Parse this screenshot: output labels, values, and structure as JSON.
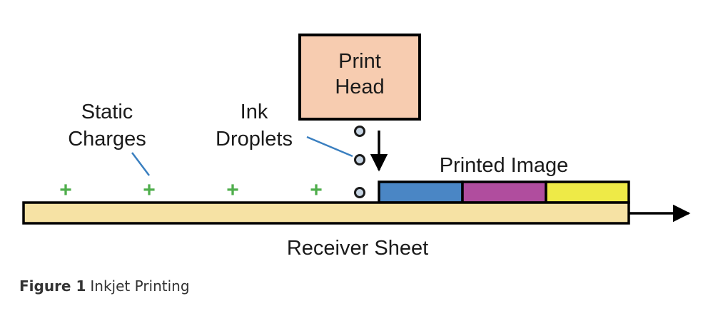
{
  "diagram": {
    "print_head": {
      "line1": "Print",
      "line2": "Head"
    },
    "ink_droplets": {
      "line1": "Ink",
      "line2": "Droplets",
      "count": 3
    },
    "static_charges": {
      "line1": "Static",
      "line2": "Charges",
      "symbol": "+",
      "count": 4
    },
    "printed_image": {
      "label": "Printed Image",
      "segments": [
        {
          "name": "blue",
          "color": "#4a86c5"
        },
        {
          "name": "magenta",
          "color": "#b04d9e"
        },
        {
          "name": "yellow",
          "color": "#eeea47"
        }
      ]
    },
    "receiver_sheet": {
      "label": "Receiver Sheet"
    }
  },
  "caption": {
    "figure_number": "Figure 1",
    "title": "Inkjet Printing"
  },
  "colors": {
    "print_head_fill": "#f7ccb0",
    "sheet_fill": "#f6e2a4",
    "plus_green": "#4fae4c",
    "droplet_fill": "#c6d4e3",
    "leader_line": "#3a7fc0",
    "outline": "#000000"
  }
}
